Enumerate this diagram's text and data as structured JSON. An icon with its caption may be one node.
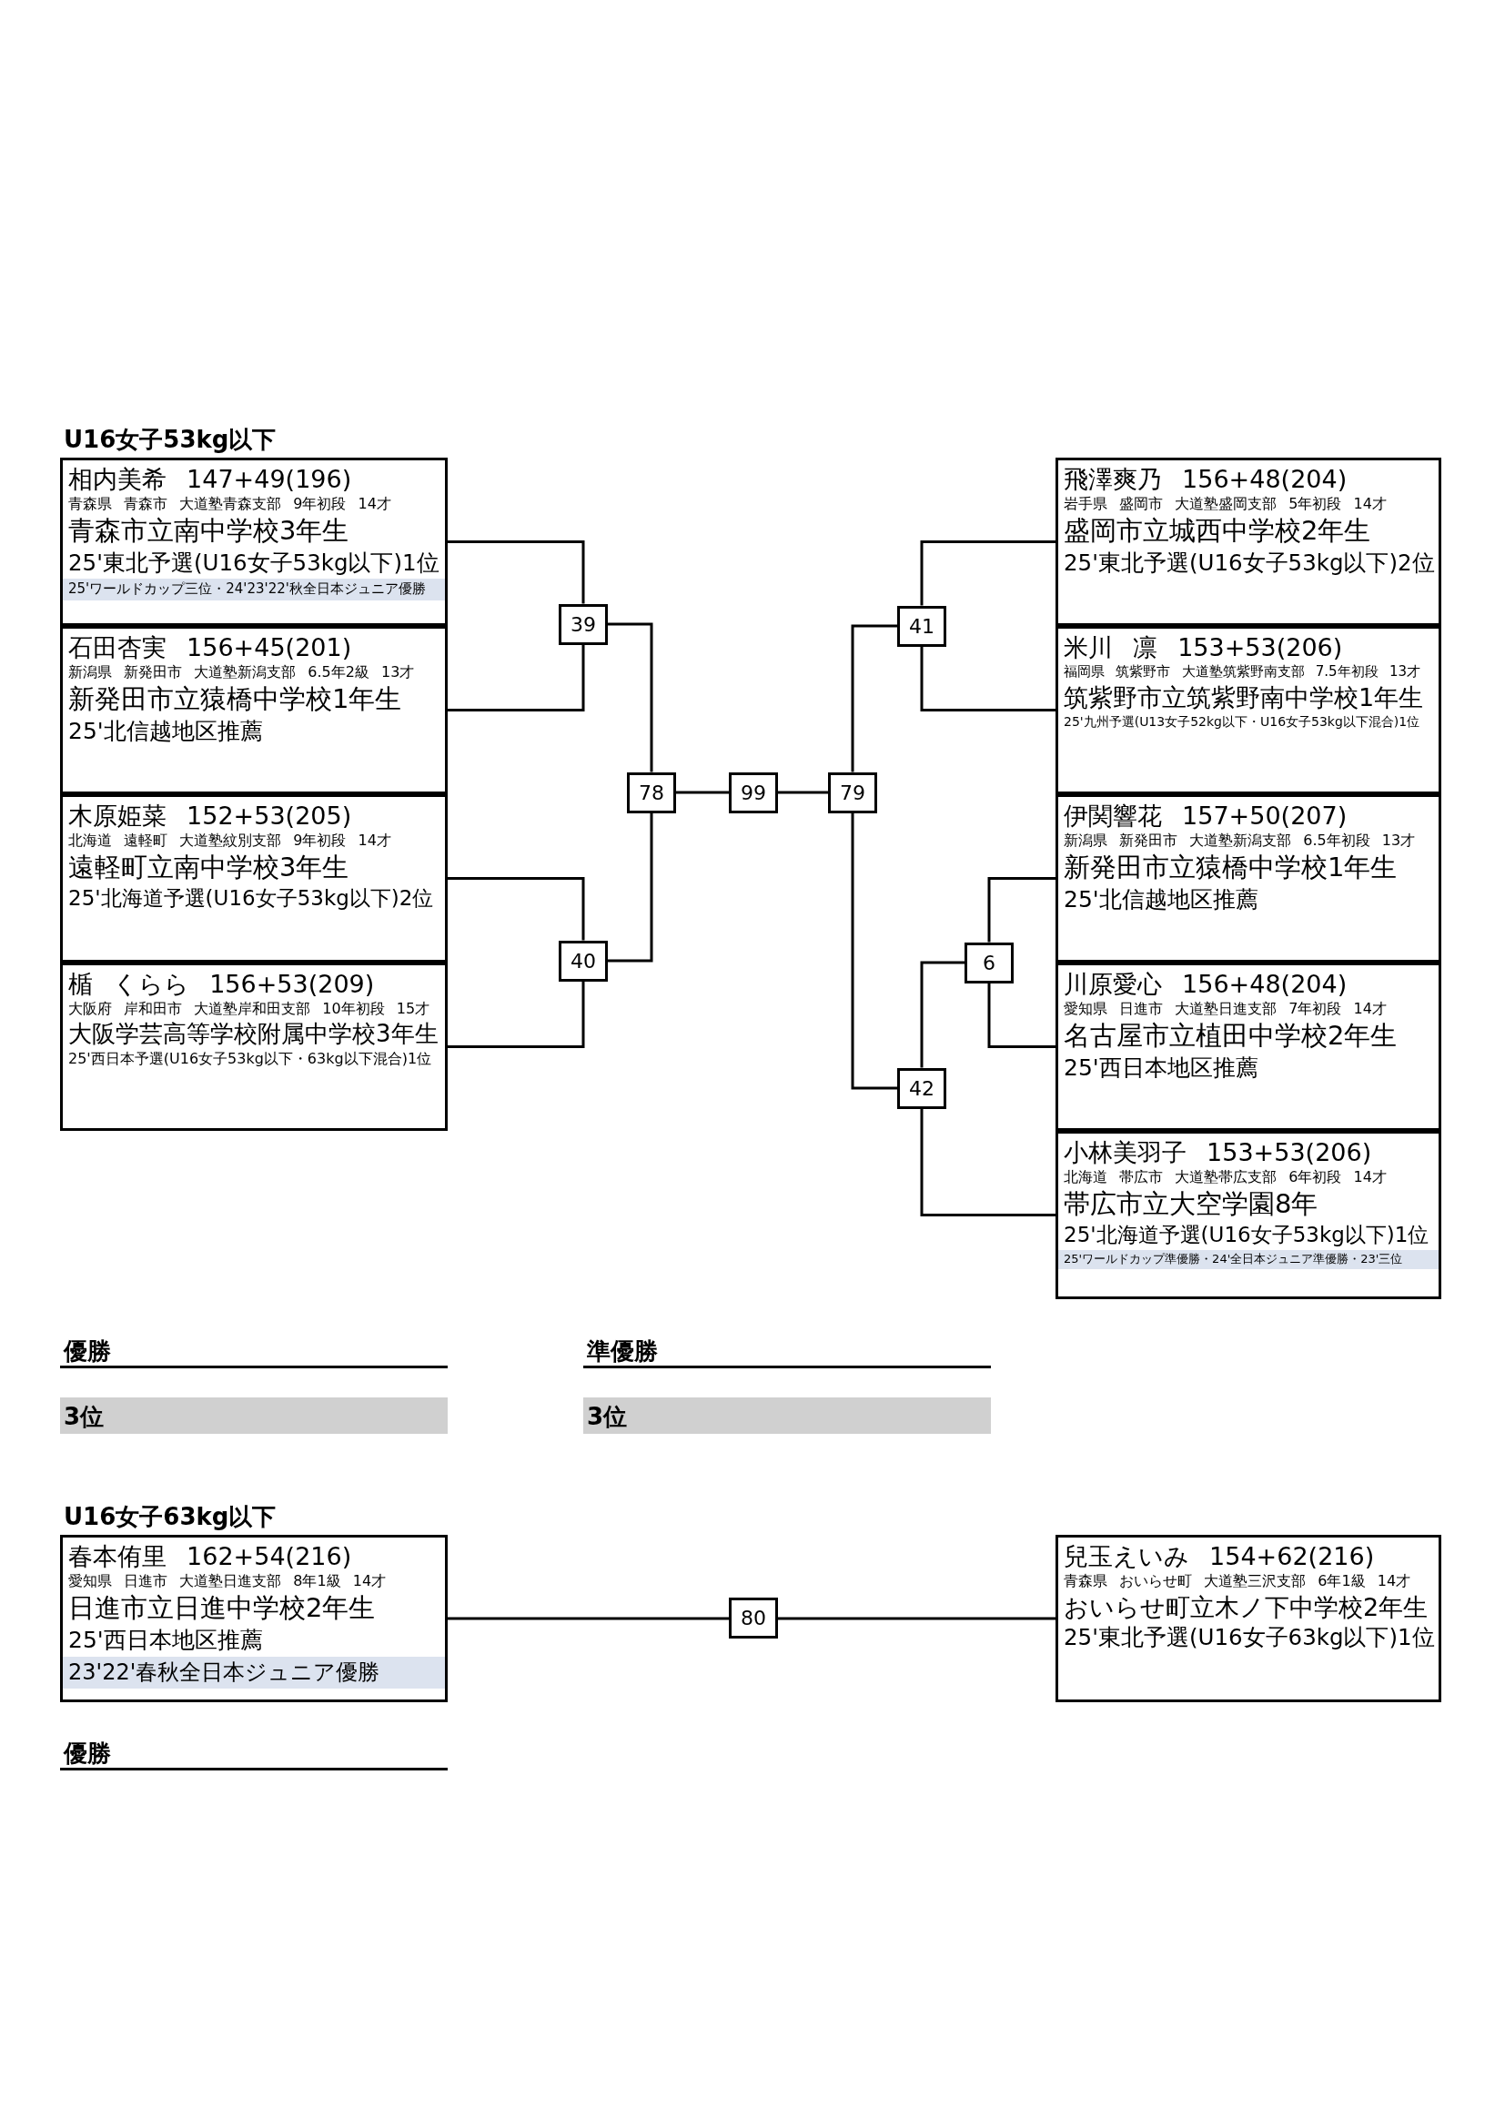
{
  "diagram": {
    "nodes": [
      {
        "text": [
          "相内美希 147+49(196)",
          "青森県 青森市 大道塾青森支部 9年初段 14才",
          "青森市立南中学校3年生",
          "25'東北予選(U16女子53kg以下)1位",
          "25'ワールドカップ三位・24'23'22'秋全日本ジュニア優勝"
        ]
      },
      {
        "text": [
          "石田杏実 156+45(201)",
          "新潟県 新発田市 大道塾新潟支部 6.5年2級 13才",
          "新発田市立猿橋中学校1年生",
          "25'北信越地区推薦"
        ]
      },
      {
        "text": [
          "木原姫菜 152+53(205)",
          "北海道 遠軽町 大道塾紋別支部 9年初段 14才",
          "遠軽町立南中学校3年生",
          "25'北海道予選(U16女子53kg以下)2位"
        ]
      },
      {
        "text": [
          "楯 くらら 156+53(209)",
          "大阪府 岸和田市 大道塾岸和田支部 10年初段 15才",
          "大阪学芸高等学校附属中学校3年生",
          "25'西日本予選(U16女子53kg以下・63kg以下混合)1位"
        ]
      },
      {
        "text": [
          "飛澤爽乃 156+48(204)",
          "岩手県 盛岡市 大道塾盛岡支部 5年初段 14才",
          "盛岡市立城西中学校2年生",
          "25'東北予選(U16女子53kg以下)2位"
        ]
      },
      {
        "text": [
          "米川 凛 153+53(206)",
          "福岡県 筑紫野市 大道塾筑紫野南支部 7.5年初段 13才",
          "筑紫野市立筑紫野南中学校1年生",
          "25'九州予選(U13女子52kg以下・U16女子53kg以下混合)1位"
        ]
      },
      {
        "text": [
          "伊関響花 157+50(207)",
          "新潟県 新発田市 大道塾新潟支部 6.5年初段 13才",
          "新発田市立猿橋中学校1年生",
          "25'北信越地区推薦"
        ]
      },
      {
        "text": [
          "川原愛心 156+48(204)",
          "愛知県 日進市 大道塾日進支部 7年初段 14才",
          "名古屋市立植田中学校2年生",
          "25'西日本地区推薦"
        ]
      },
      {
        "text": [
          "小林美羽子 153+53(206)",
          "北海道 帯広市 大道塾帯広支部 6年初段 14才",
          "帯広市立大空学園8年",
          "25'北海道予選(U16女子53kg以下)1位",
          "25'ワールドカップ準優勝・24'全日本ジュニア準優勝・23'三位"
        ]
      },
      {
        "text": [
          "39"
        ]
      },
      {
        "text": [
          "40"
        ]
      },
      {
        "text": [
          "78"
        ]
      },
      {
        "text": [
          "99"
        ]
      },
      {
        "text": [
          "79"
        ]
      },
      {
        "text": [
          "41"
        ]
      },
      {
        "text": [
          "6"
        ]
      },
      {
        "text": [
          "42"
        ]
      },
      {
        "text": [
          "春本侑里 162+54(216)",
          "愛知県 日進市 大道塾日進支部 8年1級 14才",
          "日進市立日進中学校2年生",
          "25'西日本地区推薦",
          "23'22'春秋全日本ジュニア優勝"
        ]
      },
      {
        "text": [
          "80"
        ]
      },
      {
        "text": [
          "兒玉えいみ 154+62(216)",
          "青森県 おいらせ町 大道塾三沢支部 6年1級 14才",
          "おいらせ町立木ノ下中学校2年生",
          "25'東北予選(U16女子63kg以下)1位"
        ]
      }
    ],
    "edges": [
      {
        "from": 0,
        "to": 9,
        "arrow": "none"
      },
      {
        "from": 1,
        "to": 9,
        "arrow": "none"
      },
      {
        "from": 2,
        "to": 10,
        "arrow": "none"
      },
      {
        "from": 3,
        "to": 10,
        "arrow": "none"
      },
      {
        "from": 9,
        "to": 11,
        "arrow": "none"
      },
      {
        "from": 10,
        "to": 11,
        "arrow": "none"
      },
      {
        "from": 11,
        "to": 12,
        "arrow": "none"
      },
      {
        "from": 13,
        "to": 12,
        "arrow": "none"
      },
      {
        "from": 4,
        "to": 14,
        "arrow": "none"
      },
      {
        "from": 5,
        "to": 14,
        "arrow": "none"
      },
      {
        "from": 6,
        "to": 15,
        "arrow": "none"
      },
      {
        "from": 7,
        "to": 15,
        "arrow": "none"
      },
      {
        "from": 15,
        "to": 16,
        "arrow": "none"
      },
      {
        "from": 8,
        "to": 16,
        "arrow": "none"
      },
      {
        "from": 14,
        "to": 13,
        "arrow": "none"
      },
      {
        "from": 16,
        "to": 13,
        "arrow": "none"
      },
      {
        "from": 17,
        "to": 18,
        "arrow": "none"
      },
      {
        "from": 19,
        "to": 18,
        "arrow": "none"
      }
    ],
    "labels": [
      "U16女子53kg以下",
      "優勝",
      "準優勝",
      "3位",
      "3位",
      "U16女子63kg以下",
      "優勝"
    ]
  }
}
